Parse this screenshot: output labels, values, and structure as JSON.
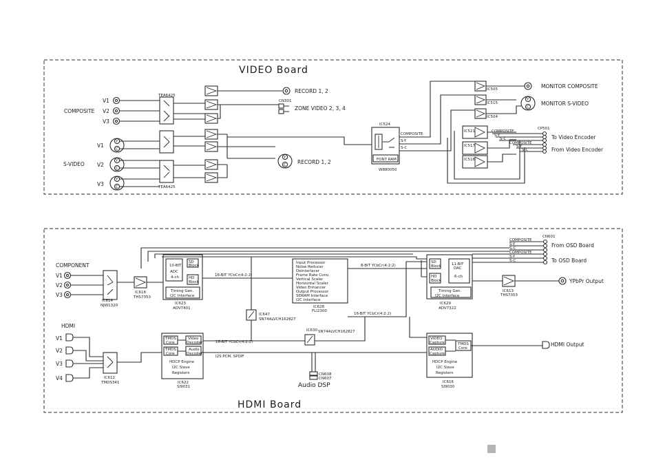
{
  "video_board": {
    "title": "VIDEO Board",
    "inputs": {
      "composite_label": "COMPOSITE",
      "composite": [
        "V1",
        "V2",
        "V3"
      ],
      "svideo_label": "S-VIDEO",
      "svideo": [
        "V1",
        "V2",
        "V3"
      ],
      "pin_y": "Y",
      "pin_c": "C"
    },
    "switch_top": "TEA6425",
    "switch_bottom": "TEA6425",
    "outputs": {
      "record_top": "RECORD 1, 2",
      "connector": "CN301",
      "zone": "ZONE VIDEO 2, 3, 4",
      "record_bottom": "RECORD 1, 2"
    },
    "osd": {
      "id": "IC524",
      "name": "W880050",
      "font_ram": "FONT RAM",
      "composite": "COMPOSITE",
      "sy": "S-Y",
      "sc": "S-C"
    },
    "buffers": [
      "IC505",
      "IC515",
      "IC504",
      "IC521",
      "IC517",
      "IC516"
    ],
    "monitor_composite": "MONITOR COMPOSITE",
    "monitor_svideo": "MONITOR S-VIDEO",
    "cp501": "CP501",
    "to_encoder": "To Video Encoder",
    "from_encoder": "From Video Encoder",
    "bus_labels": {
      "composite_a": "COMPOSITE",
      "sy_a": "S-Y",
      "sc_a": "S-C",
      "composite_b": "COMPOSITE",
      "sy_b": "S-Y",
      "sc_b": "S-C"
    }
  },
  "hdmi_board": {
    "title": "HDMI Board",
    "component_label": "COMPONENT",
    "component": [
      "V1",
      "V2",
      "V3"
    ],
    "ic614": "IC614",
    "njw1320": "NJW1320",
    "ic618": "IC618",
    "ths7353_a": "THS7353",
    "adc": {
      "ic": "IC623",
      "name": "ADV7401",
      "adc": "10-BIT",
      "adc2": "ADC",
      "ch": "4-ch",
      "sd": "SD",
      "sd2": "Block",
      "hd": "HD",
      "hd2": "Block",
      "timing": "Timing Gen.",
      "i2c": "I2C Interface"
    },
    "bus16_a": "16-BIT YCbCr(4:2:2)",
    "bus8": "8-BIT YCbCr(4:2:2)",
    "bus16_b": "16-BIT YCbCr(4:2:2)",
    "bus16_c": "16-BIT YCbCr(4:2:2)",
    "i2s": "I2S PCM, SPDIF",
    "processor": {
      "ic": "IC628",
      "name": "FLI2300",
      "features": [
        "Input Processor",
        "Noise Reducer",
        "Deinterlacer",
        "Frame Rate Conv.",
        "Vertical Scaler",
        "Horizontal Scaler",
        "Video Enhancer",
        "Output Processor",
        "SDRAM Interface",
        "I2C Interface"
      ]
    },
    "ic647": "IC647",
    "buf647": "SN74ALVCH162827",
    "ic630": "IC630",
    "buf630": "SN74ALVCH162827",
    "dac": {
      "ic": "IC629",
      "name": "ADV7322",
      "sd": "SD",
      "sd2": "Block",
      "hd": "HD",
      "hd2": "Block",
      "dac": "11-BIT",
      "dac2": "DAC",
      "ch": "6-ch",
      "timing": "Timing Gen.",
      "i2c": "I2C Interface"
    },
    "cn601": "CN601",
    "osd_lines": [
      "COMPOSITE",
      "S-Y",
      "S-C",
      "COMPOSITE",
      "S-Y",
      "S-C"
    ],
    "from_osd": "From OSD Board",
    "to_osd": "To OSD Board",
    "ic613": "IC613",
    "ths7353_b": "THS7353",
    "ypbpr": "YPbPr Output",
    "hdmi_label": "HDMI",
    "hdmi_inputs": [
      "V1",
      "V2",
      "V3",
      "V4"
    ],
    "ic612": "IC612",
    "tmds341": "TMDS341",
    "rx": {
      "ic": "IC622",
      "name": "SI9031",
      "tmds1": "TMDS",
      "tmds1b": "Core",
      "video": "Video",
      "video2": "Decoder",
      "tmds2": "TMDS",
      "tmds2b": "Core",
      "audio": "Audio",
      "audio2": "Decoder",
      "hdcp": "HDCP Engine",
      "i2c": "I2C Slave",
      "reg": "Registers"
    },
    "tx": {
      "ic": "IC616",
      "name": "SI9030",
      "video": "VIDEO",
      "video2": "Capture",
      "audio": "AUDIO",
      "audio2": "Capture",
      "tmds": "TMDS",
      "tmds2": "Core",
      "hdcp": "HDCP Engine",
      "i2c": "I2C Slave",
      "reg": "Registers"
    },
    "cn608": "CN608",
    "cn607": "CN607",
    "audio_dsp": "Audio DSP",
    "hdmi_output": "HDMI Output"
  }
}
